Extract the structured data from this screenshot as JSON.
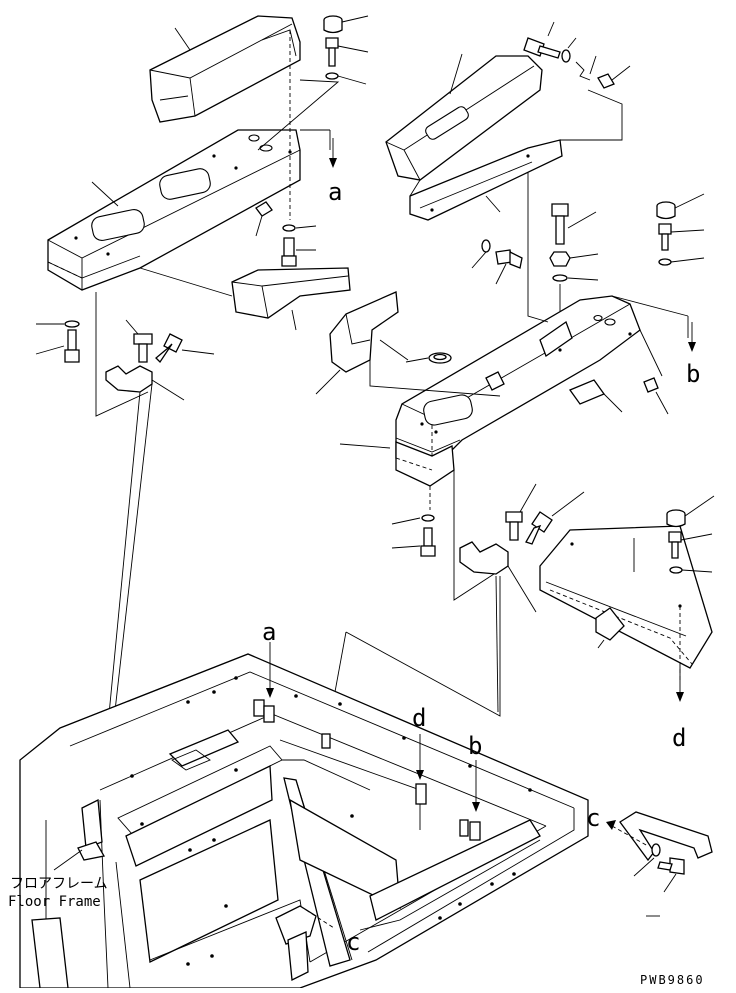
{
  "labels": {
    "a_top": "a",
    "b_right": "b",
    "d_right": "d",
    "a_frame": "a",
    "d_frame": "d",
    "b_frame": "b",
    "c_handle": "c",
    "c_frame": "c"
  },
  "floor_frame": {
    "jp": "フロアフレーム",
    "en": "Floor Frame"
  },
  "drawing_code": "PWB9860"
}
